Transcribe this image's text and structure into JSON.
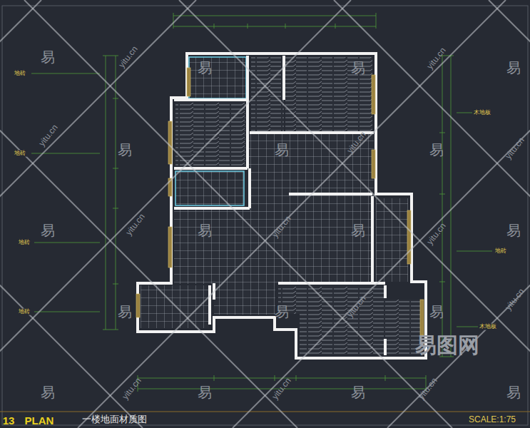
{
  "diagram": {
    "title": "一楼地面材质图",
    "labels": [
      "13",
      "PLAN",
      "SCALE:1:75",
      "地砖",
      "地砖",
      "地砖",
      "地砖",
      "木地板",
      "地砖",
      "木地板",
      "易",
      "易",
      "易",
      "易",
      "易",
      "易",
      "易",
      "易",
      "易",
      "易",
      "易",
      "易",
      "易",
      "易",
      "易",
      "易",
      "易",
      "易",
      "yitu.cn",
      "yitu.cn",
      "yitu.cn",
      "yitu.cn",
      "yitu.cn",
      "yitu.cn",
      "yitu.cn",
      "yitu.cn",
      "yitu.cn",
      "yitu.cn",
      "yitu.cn",
      "yitu.cn",
      "yitu.cn",
      "易图网"
    ]
  }
}
